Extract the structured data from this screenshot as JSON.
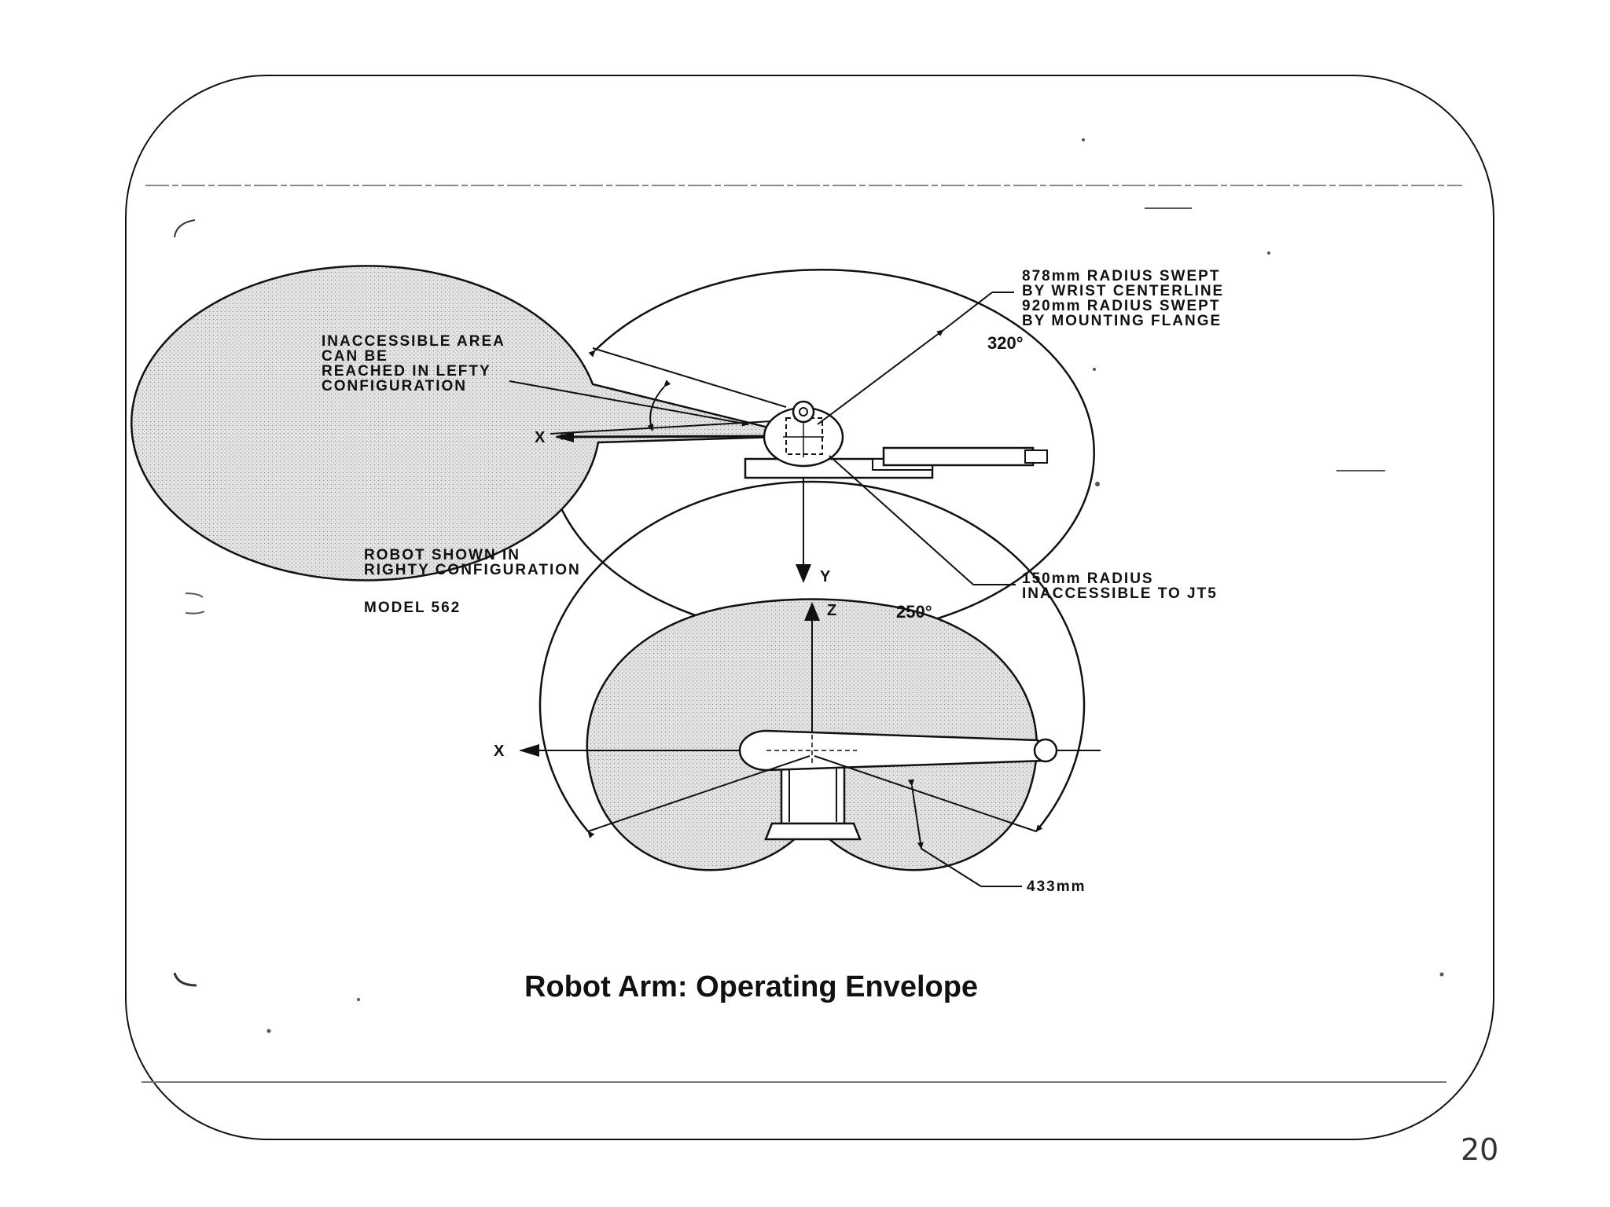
{
  "slide": {
    "page_number": "20",
    "caption": "Robot Arm: Operating Envelope"
  },
  "top_view": {
    "label_inaccessible": [
      "INACCESSIBLE AREA",
      "CAN BE",
      "REACHED IN LEFTY",
      "CONFIGURATION"
    ],
    "label_radius": [
      "878mm RADIUS SWEPT",
      "BY WRIST CENTERLINE",
      "920mm RADIUS SWEPT",
      "BY MOUNTING FLANGE"
    ],
    "angle": "320°",
    "axis_x": "X",
    "axis_y": "Y",
    "label_robot": [
      "ROBOT SHOWN IN",
      "RIGHTY CONFIGURATION"
    ],
    "model": "MODEL 562",
    "label_150": [
      "150mm RADIUS",
      "INACCESSIBLE TO JT5"
    ]
  },
  "side_view": {
    "axis_z": "Z",
    "angle": "250°",
    "axis_x": "X",
    "label_433": "433mm"
  }
}
